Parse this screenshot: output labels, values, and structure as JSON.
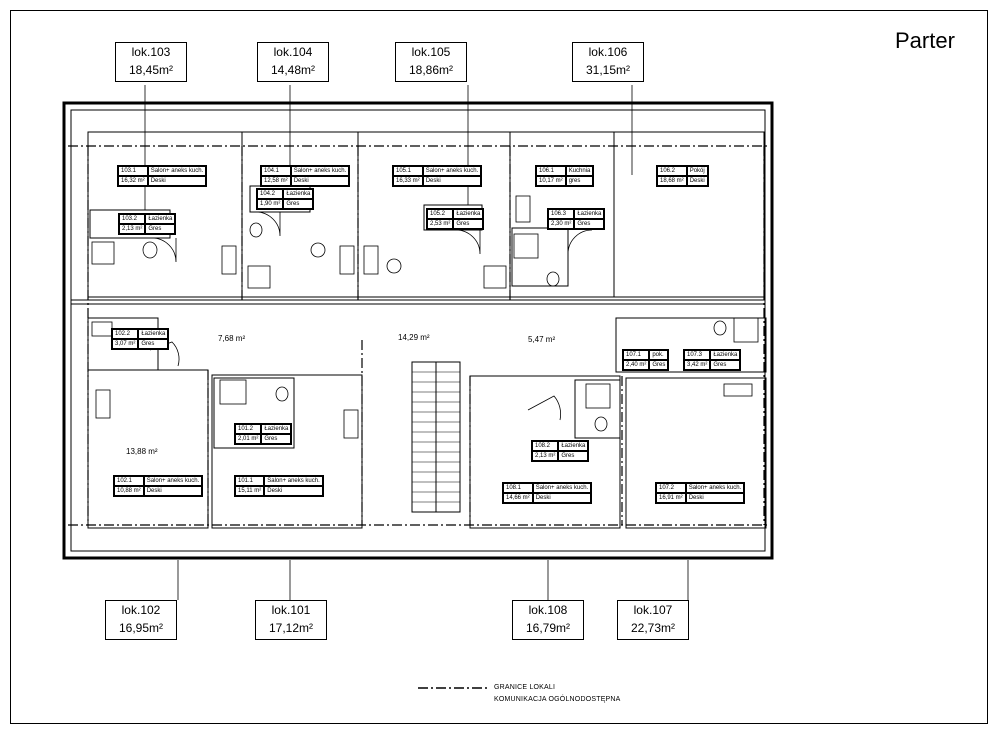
{
  "title": "Parter",
  "top_units": [
    {
      "id": "lok.103",
      "area": "18,45m²"
    },
    {
      "id": "lok.104",
      "area": "14,48m²"
    },
    {
      "id": "lok.105",
      "area": "18,86m²"
    },
    {
      "id": "lok.106",
      "area": "31,15m²"
    }
  ],
  "bottom_units": [
    {
      "id": "lok.102",
      "area": "16,95m²"
    },
    {
      "id": "lok.101",
      "area": "17,12m²"
    },
    {
      "id": "lok.108",
      "area": "16,79m²"
    },
    {
      "id": "lok.107",
      "area": "22,73m²"
    }
  ],
  "rooms": [
    {
      "no": "103.1",
      "name": "Salon+ aneks kuch.",
      "area": "16,32 m²",
      "floor": "Deski"
    },
    {
      "no": "103.2",
      "name": "Łazienka",
      "area": "2,13 m²",
      "floor": "Gres"
    },
    {
      "no": "104.1",
      "name": "Salon+ aneks kuch.",
      "area": "12,58 m²",
      "floor": "Deski"
    },
    {
      "no": "104.2",
      "name": "Łazienka",
      "area": "1,90 m²",
      "floor": "Gres"
    },
    {
      "no": "105.1",
      "name": "Salon+ aneks kuch.",
      "area": "16,33 m²",
      "floor": "Deski"
    },
    {
      "no": "105.2",
      "name": "Łazienka",
      "area": "2,53 m²",
      "floor": "Gres"
    },
    {
      "no": "106.1",
      "name": "Kuchnia",
      "area": "10,17 m²",
      "floor": "gres"
    },
    {
      "no": "106.2",
      "name": "Pokój",
      "area": "18,68 m²",
      "floor": "Deski"
    },
    {
      "no": "106.3",
      "name": "Łazienka",
      "area": "2,30 m²",
      "floor": "Gres"
    },
    {
      "no": "102.2",
      "name": "Łazienka",
      "area": "3,07 m²",
      "floor": "Gres"
    },
    {
      "no": "107.1",
      "name": "pok.",
      "area": "2,40 m²",
      "floor": "Gres"
    },
    {
      "no": "107.3",
      "name": "Łazienka",
      "area": "3,42 m²",
      "floor": "Gres"
    },
    {
      "no": "101.2",
      "name": "Łazienka",
      "area": "2,01 m²",
      "floor": "Gres"
    },
    {
      "no": "108.2",
      "name": "Łazienka",
      "area": "2,13 m²",
      "floor": "Gres"
    },
    {
      "no": "102.1",
      "name": "Salon+ aneks kuch.",
      "area": "10,88 m²",
      "floor": "Deski"
    },
    {
      "no": "101.1",
      "name": "Salon+ aneks kuch.",
      "area": "15,11 m²",
      "floor": "Deski"
    },
    {
      "no": "108.1",
      "name": "Salon+ aneks kuch.",
      "area": "14,66 m²",
      "floor": "Deski"
    },
    {
      "no": "107.2",
      "name": "Salon+ aneks kuch.",
      "area": "16,91 m²",
      "floor": "Deski"
    }
  ],
  "halls": [
    "7,68 m²",
    "14,29 m²",
    "5,47 m²",
    "13,88 m²"
  ],
  "legend": {
    "boundary": "GRANICE LOKALI",
    "common": "KOMUNIKACJA OGÓLNODOSTĘPNA"
  },
  "colors": {
    "line": "#000000",
    "background": "#ffffff"
  }
}
